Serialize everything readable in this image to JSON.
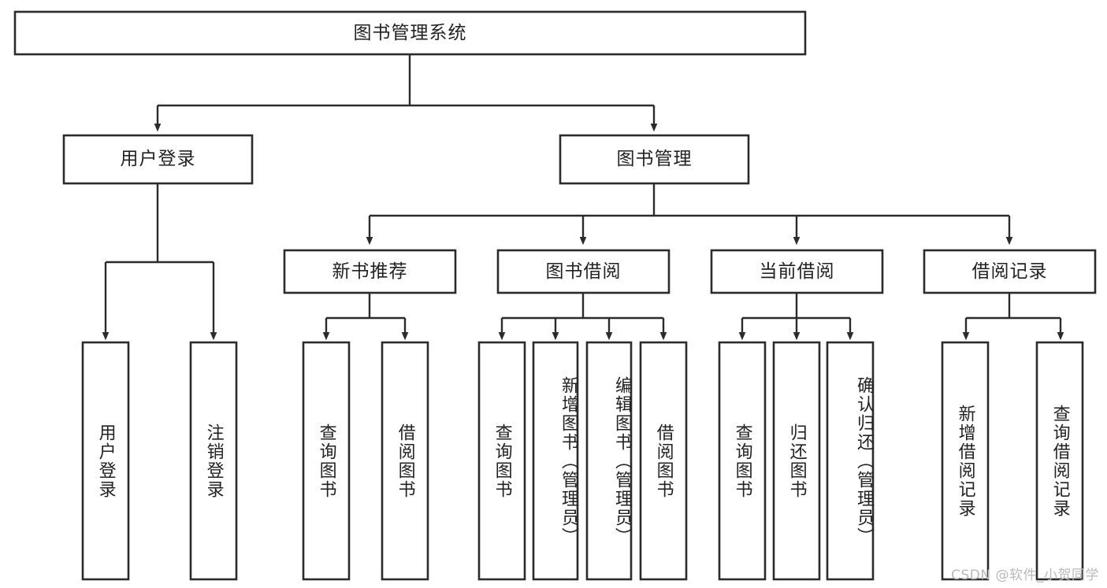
{
  "diagram": {
    "type": "tree",
    "title": "图书管理系统",
    "orientation": "top-down",
    "watermark": "CSDN @软件_小贺同学",
    "colors": {
      "box_fill": "#ffffff",
      "box_stroke": "#2b2b2b",
      "text": "#222222",
      "connector": "#2b2b2b",
      "watermark": "#b9b9b9",
      "background": "#ffffff"
    },
    "root": {
      "label": "图书管理系统"
    },
    "level1": [
      {
        "label": "用户登录"
      },
      {
        "label": "图书管理"
      }
    ],
    "level2": [
      {
        "label": "新书推荐"
      },
      {
        "label": "图书借阅"
      },
      {
        "label": "当前借阅"
      },
      {
        "label": "借阅记录"
      }
    ],
    "leaves": {
      "user_login": [
        {
          "label": "用户登录"
        },
        {
          "label": "注销登录"
        }
      ],
      "new_book_recommend": [
        {
          "label": "查询图书"
        },
        {
          "label": "借阅图书"
        }
      ],
      "book_borrow": [
        {
          "label": "查询图书"
        },
        {
          "label": "新增图书（管理员）"
        },
        {
          "label": "编辑图书（管理员）"
        },
        {
          "label": "借阅图书"
        }
      ],
      "current_borrow": [
        {
          "label": "查询图书"
        },
        {
          "label": "归还图书"
        },
        {
          "label": "确认归还（管理员）"
        }
      ],
      "borrow_record": [
        {
          "label": "新增借阅记录"
        },
        {
          "label": "查询借阅记录"
        }
      ]
    }
  }
}
